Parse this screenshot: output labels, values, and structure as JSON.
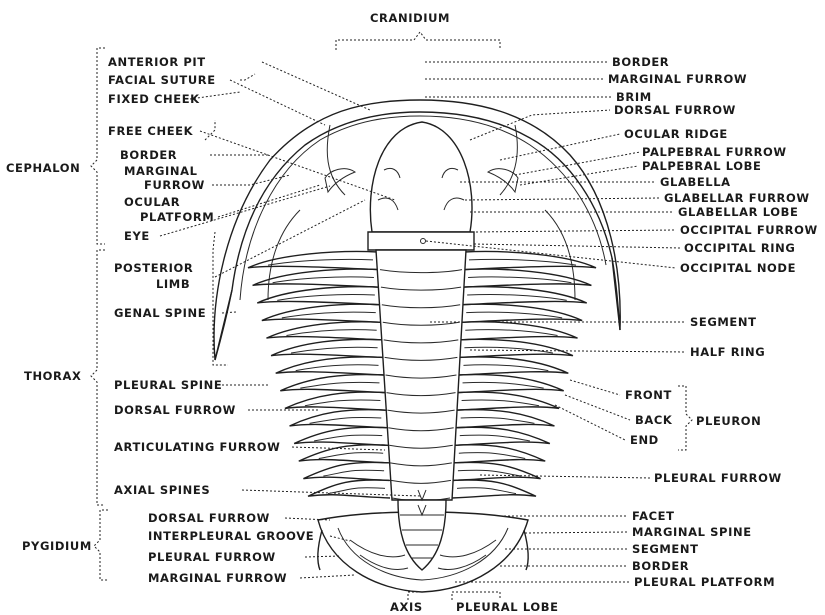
{
  "labels": {
    "cranidium": "CRANIDIUM",
    "cephalon": "CEPHALON",
    "thorax": "THORAX",
    "pygidium": "PYGIDIUM",
    "pleuron": "PLEURON",
    "axis": "AXIS",
    "pleural_lobe": "PLEURAL LOBE",
    "left": [
      "ANTERIOR PIT",
      "FACIAL SUTURE",
      "FIXED CHEEK",
      "FREE CHEEK",
      "BORDER",
      "MARGINAL",
      "FURROW",
      "OCULAR",
      "PLATFORM",
      "EYE",
      "POSTERIOR",
      "LIMB",
      "GENAL SPINE",
      "PLEURAL SPINE",
      "DORSAL FURROW",
      "ARTICULATING FURROW",
      "AXIAL SPINES",
      "DORSAL FURROW",
      "INTERPLEURAL GROOVE",
      "PLEURAL FURROW",
      "MARGINAL FURROW"
    ],
    "right": [
      "BORDER",
      "MARGINAL FURROW",
      "BRIM",
      "DORSAL FURROW",
      "OCULAR RIDGE",
      "PALPEBRAL FURROW",
      "PALPEBRAL LOBE",
      "GLABELLA",
      "GLABELLAR FURROW",
      "GLABELLAR LOBE",
      "OCCIPITAL FURROW",
      "OCCIPITAL RING",
      "OCCIPITAL NODE",
      "SEGMENT",
      "HALF RING",
      "FRONT",
      "BACK",
      "END",
      "PLEURAL FURROW",
      "FACET",
      "MARGINAL SPINE",
      "SEGMENT",
      "BORDER",
      "PLEURAL PLATFORM"
    ]
  }
}
